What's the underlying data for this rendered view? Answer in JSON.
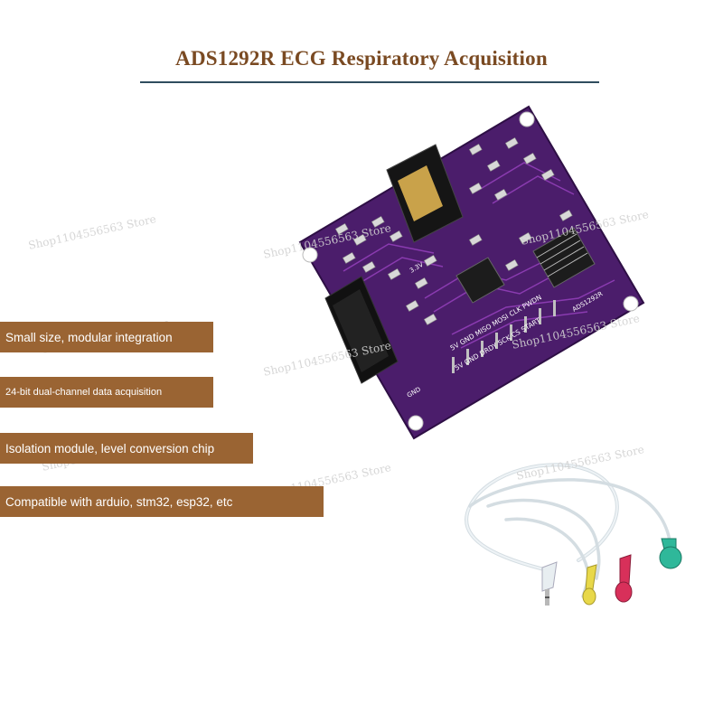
{
  "title": "ADS1292R ECG Respiratory Acquisition",
  "features": [
    "Small size, modular integration",
    "24-bit dual-channel data acquisition",
    "Isolation module, level conversion chip",
    "Compatible with arduio, stm32, esp32, etc"
  ],
  "board": {
    "chip_label": "ADS1292R",
    "pin_labels_top": "5V GND MISO MOSI CLK PWDN",
    "pin_labels_bottom": "5V GND DRDY SCK CS START",
    "power_label": "3.3V",
    "gnd_label": "GND",
    "color": "#4b1d6b",
    "trace_color": "#8a3bb0"
  },
  "watermark_text": "Shop1104556563 Store",
  "cable": {
    "lead_colors": [
      "#e8d84a",
      "#d8305a",
      "#2fb89a"
    ],
    "wire_color": "#e6eef2"
  },
  "colors": {
    "title": "#7a4a22",
    "rule": "#2f4d5e",
    "banner": "#9a6433"
  }
}
